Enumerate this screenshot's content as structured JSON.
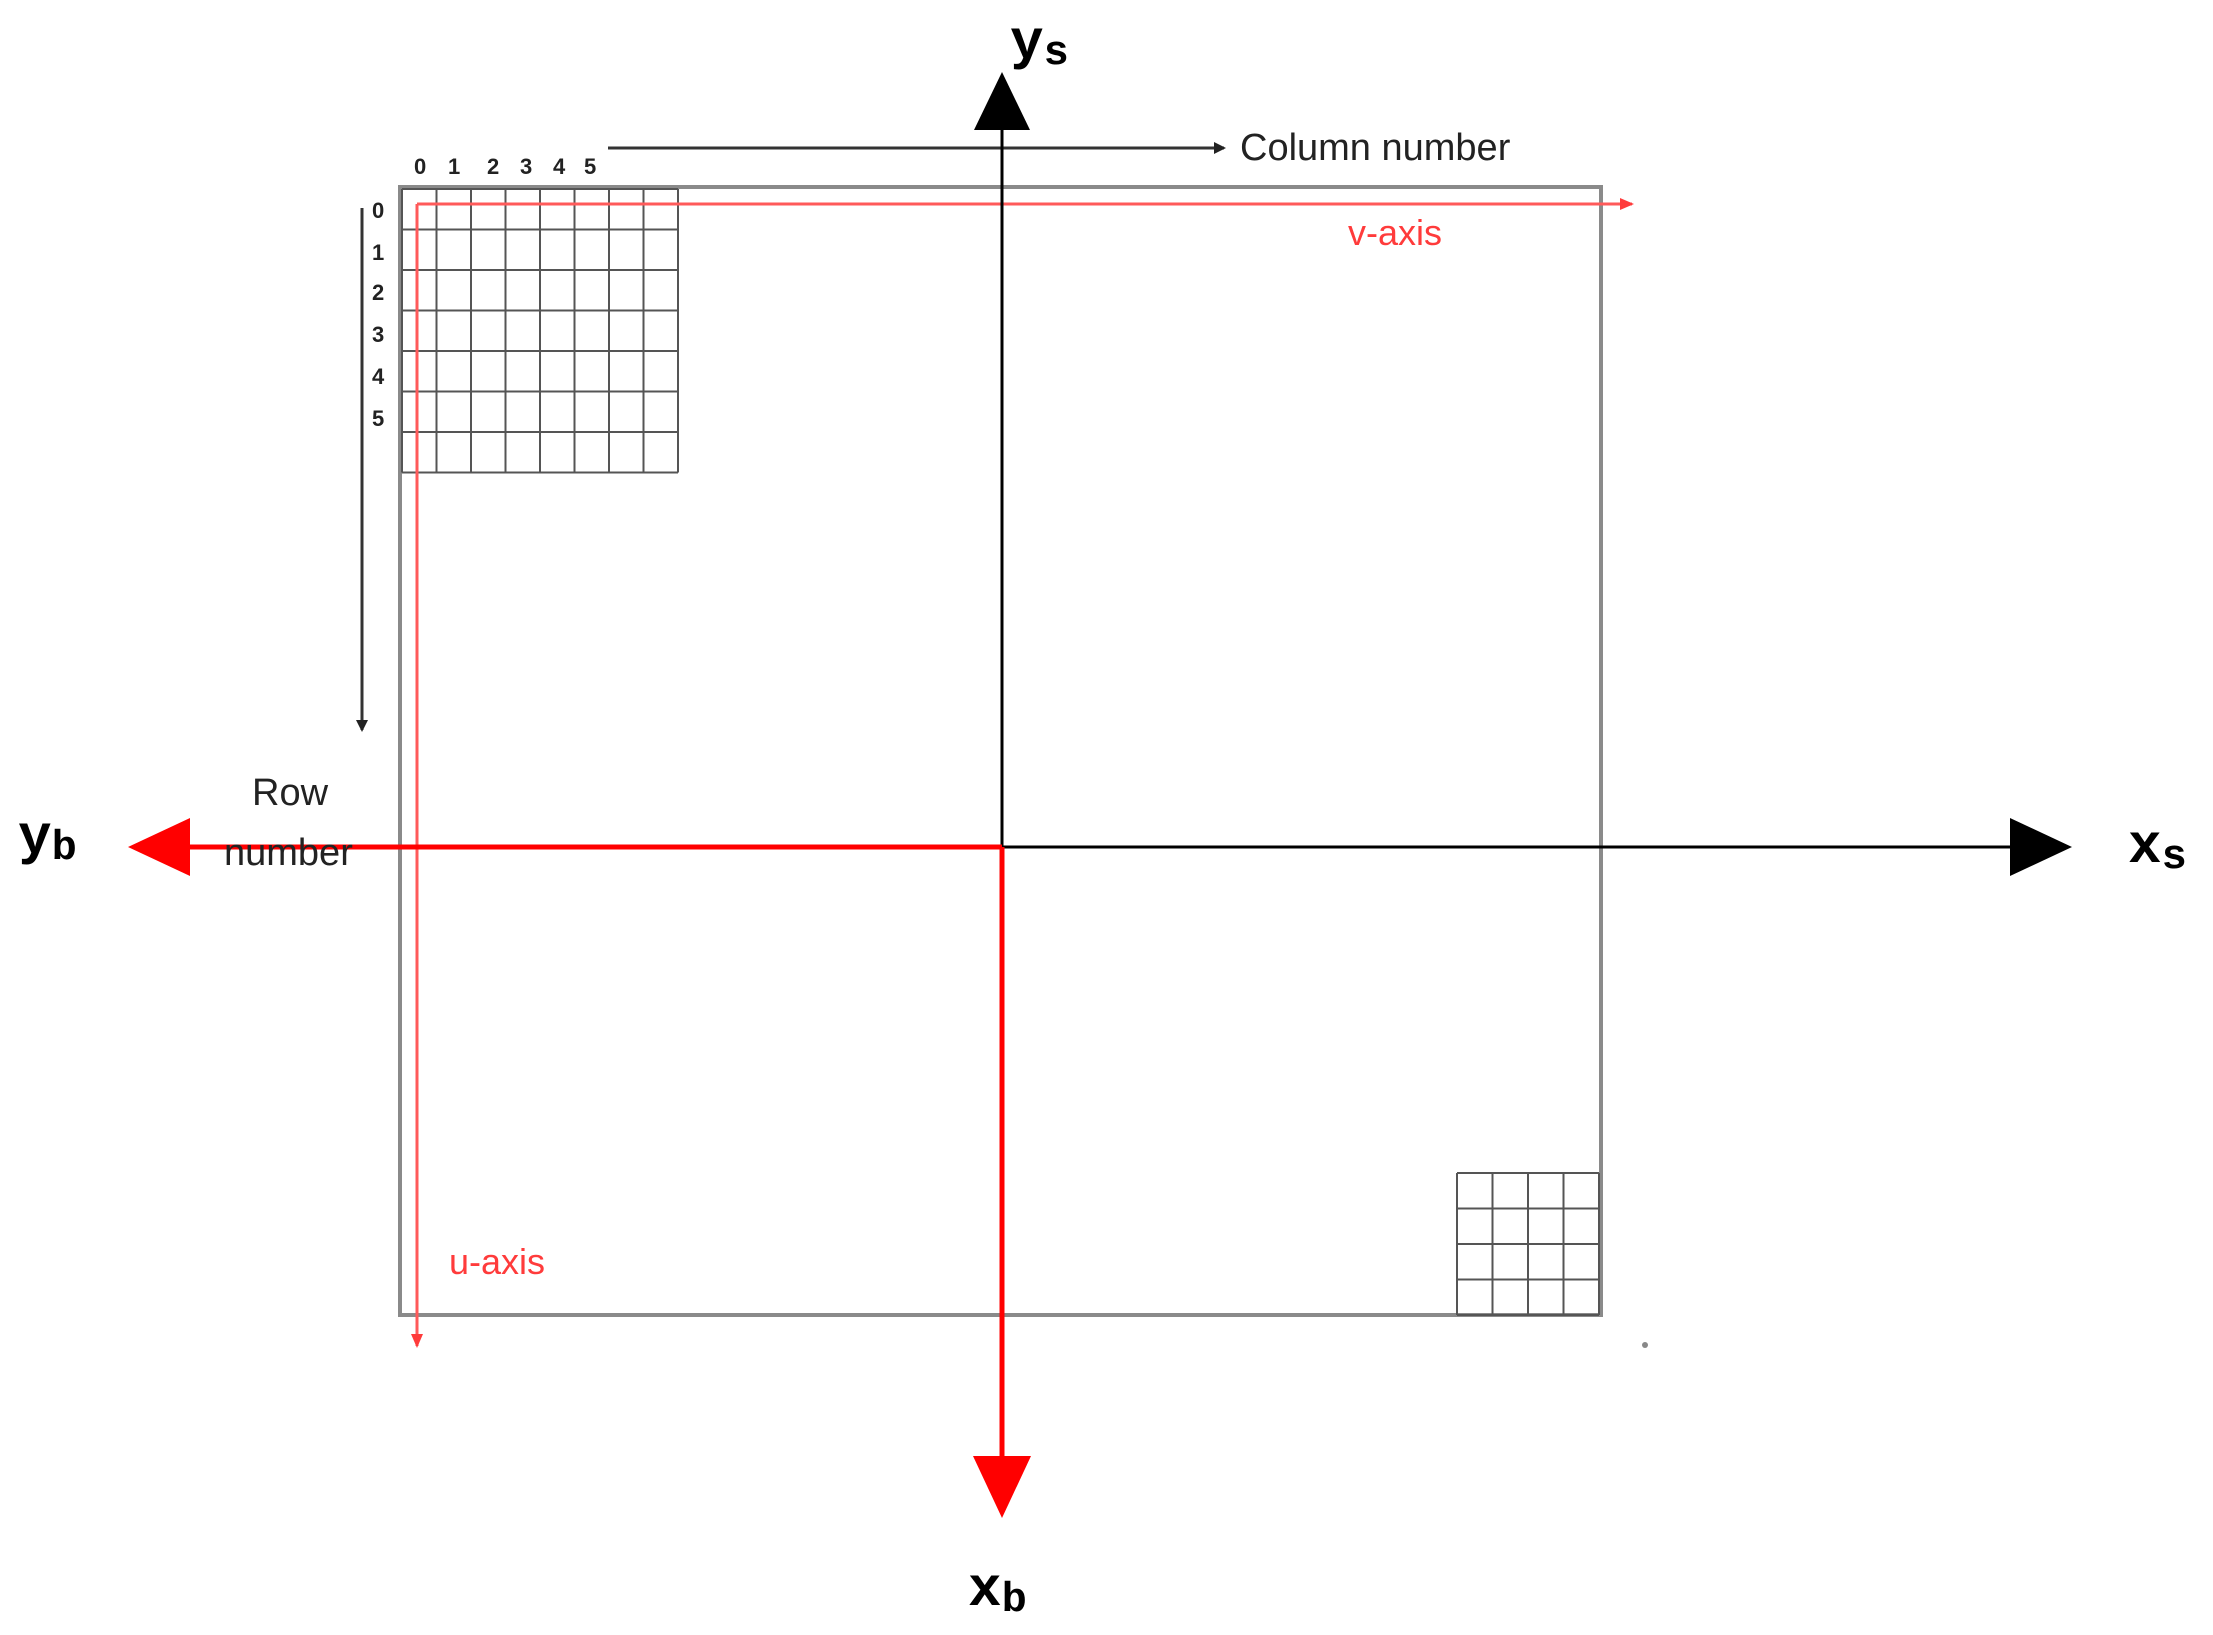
{
  "labels": {
    "column_number": "Column number",
    "row_number_line1": "Row",
    "row_number_line2": "number",
    "v_axis": "v-axis",
    "u_axis": "u-axis",
    "ys": "y",
    "ys_sub": "s",
    "xs": "x",
    "xs_sub": "s",
    "yb": "y",
    "yb_sub": "b",
    "xb": "x",
    "xb_sub": "b"
  },
  "column_indices": [
    "0",
    "1",
    "2",
    "3",
    "4",
    "5"
  ],
  "row_indices": [
    "0",
    "1",
    "2",
    "3",
    "4",
    "5"
  ],
  "colors": {
    "black": "#000000",
    "red": "#ff0000",
    "light_red": "#ff5a5a",
    "gray": "#8a8a8a",
    "dark_gray": "#333333"
  }
}
